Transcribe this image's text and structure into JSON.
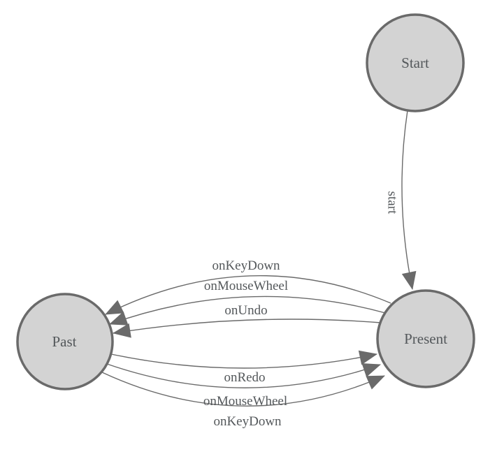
{
  "diagram": {
    "type": "state-machine",
    "background_color": "#ffffff",
    "node_fill_color": "#d3d3d3",
    "node_border_color": "#6a6a6a",
    "edge_line_color": "#6a6a6a",
    "text_color": "#54585b",
    "nodes": [
      {
        "id": "start",
        "label": "Start"
      },
      {
        "id": "past",
        "label": "Past"
      },
      {
        "id": "present",
        "label": "Present"
      }
    ],
    "edges": [
      {
        "from": "start",
        "to": "present",
        "label": "start"
      },
      {
        "from": "present",
        "to": "past",
        "label": "onKeyDown"
      },
      {
        "from": "present",
        "to": "past",
        "label": "onMouseWheel"
      },
      {
        "from": "present",
        "to": "past",
        "label": "onUndo"
      },
      {
        "from": "past",
        "to": "present",
        "label": "onRedo"
      },
      {
        "from": "past",
        "to": "present",
        "label": "onMouseWheel"
      },
      {
        "from": "past",
        "to": "present",
        "label": "onKeyDown"
      }
    ]
  }
}
